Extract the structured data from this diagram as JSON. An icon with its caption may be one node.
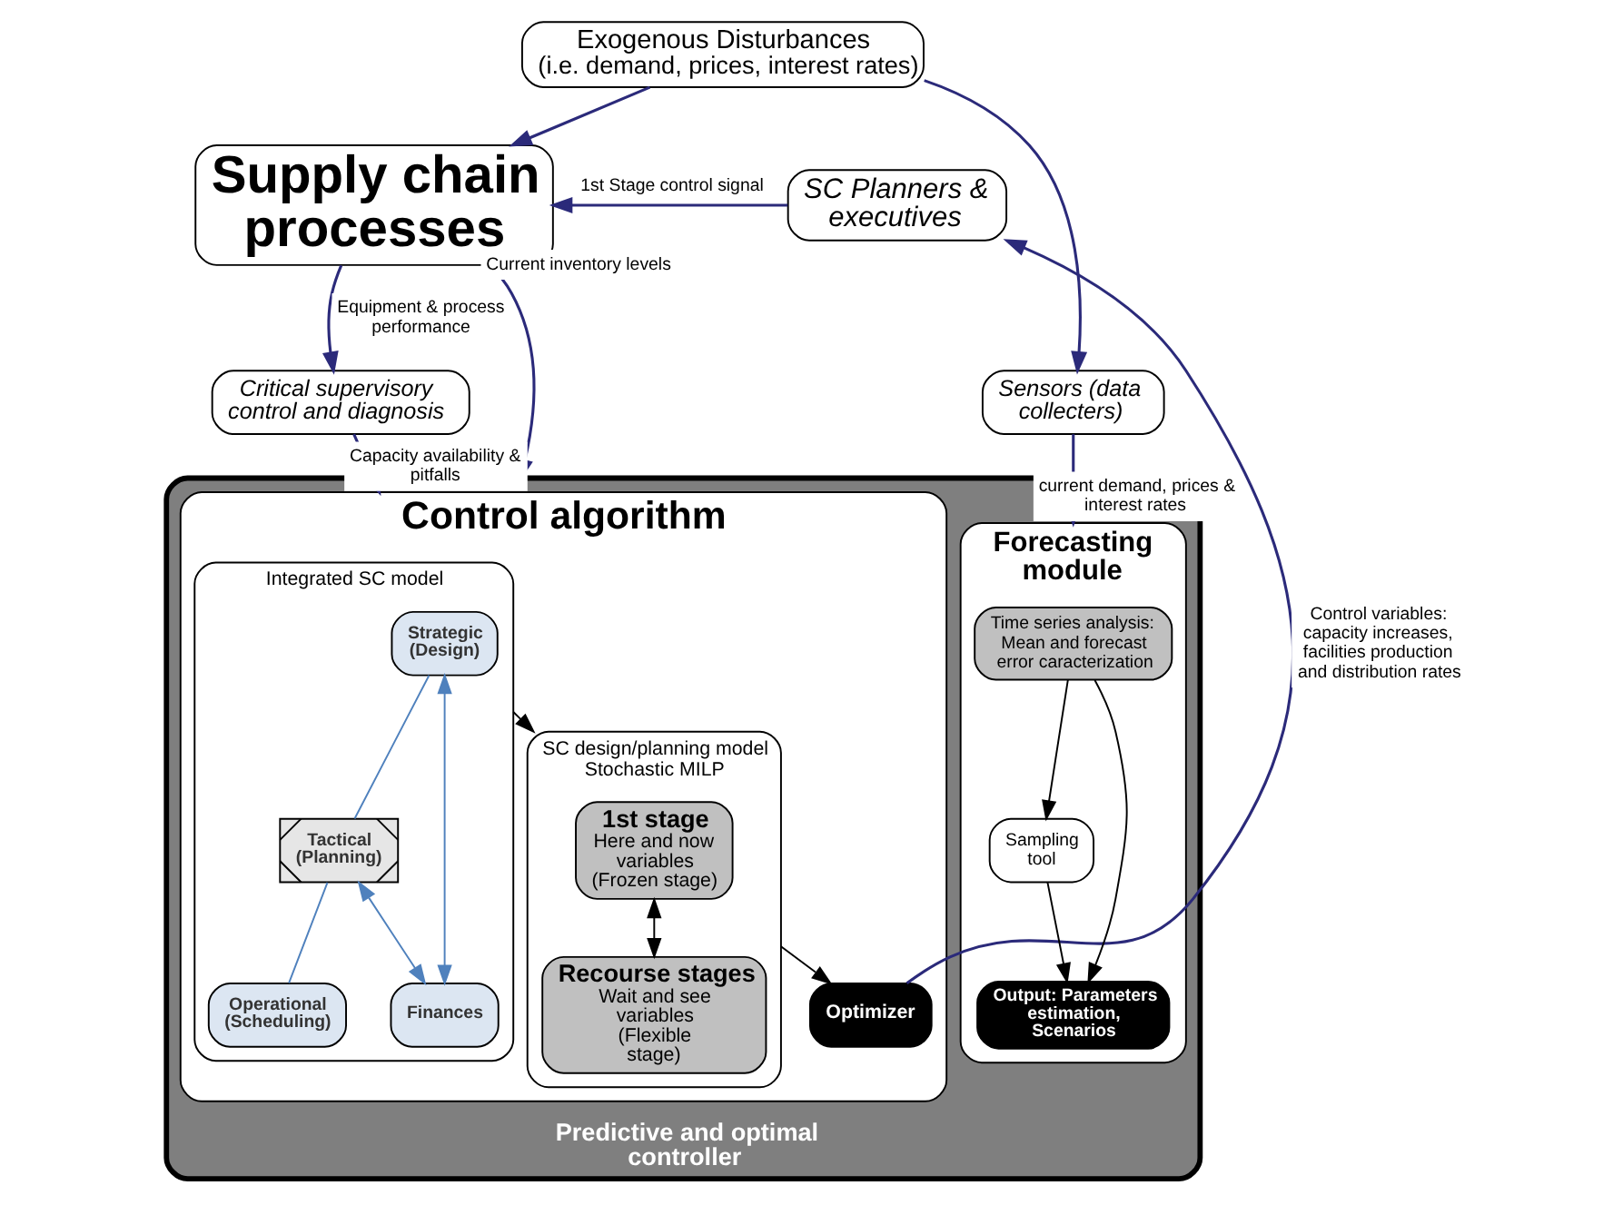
{
  "diagram": {
    "nodes": [
      {
        "text": [
          "Exogenous Disturbances",
          "(i.e. demand, prices, interest rates)"
        ]
      },
      {
        "text": [
          "SC Planners & executives"
        ]
      },
      {
        "text": [
          "Supply chain processes"
        ]
      },
      {
        "text": [
          "Sensors (data collecters)"
        ]
      },
      {
        "text": [
          "Critical supervisory control and diagnosis"
        ]
      },
      {
        "text": [
          "Predictive and optimal controller"
        ]
      },
      {
        "text": [
          "Control algorithm"
        ],
        "in": 5
      },
      {
        "text": [
          "Integrated SC model"
        ],
        "in": 6
      },
      {
        "text": [
          "Strategic (Design)"
        ],
        "in": 7
      },
      {
        "text": [
          "Tactical (Planning)"
        ],
        "in": 7
      },
      {
        "text": [
          "Operational (Scheduling)"
        ],
        "in": 7
      },
      {
        "text": [
          "Finances"
        ],
        "in": 7
      },
      {
        "text": [
          "SC design/planning model Stochastic MILP"
        ],
        "in": 6
      },
      {
        "text": [
          "1st stage",
          "Here and now variables (Frozen stage)"
        ],
        "in": 12
      },
      {
        "text": [
          "Recourse stages",
          "Wait and see variables (Flexible stage)"
        ],
        "in": 12
      },
      {
        "text": [
          "Optimizer"
        ],
        "in": 6
      },
      {
        "text": [
          "Forecasting module"
        ],
        "in": 5
      },
      {
        "text": [
          "Time series analysis: Mean and forecast error caracterization"
        ],
        "in": 16
      },
      {
        "text": [
          "Sampling tool"
        ],
        "in": 16
      },
      {
        "text": [
          "Output: Parameters estimation, Scenarios"
        ],
        "in": 16
      }
    ],
    "edges": [
      {
        "from": 0,
        "to": 2,
        "arrow": "to"
      },
      {
        "from": 0,
        "to": 3,
        "arrow": "to"
      },
      {
        "from": 1,
        "to": 2,
        "arrow": "to",
        "label": "1st Stage control signal"
      },
      {
        "from": 2,
        "to": 4,
        "arrow": "to",
        "label": "Equipment & process performance"
      },
      {
        "from": 2,
        "to": 5,
        "arrow": "to",
        "label": "Current inventory levels"
      },
      {
        "from": 4,
        "to": 6,
        "arrow": "to",
        "label": "Capacity availability & pitfalls"
      },
      {
        "from": 3,
        "to": 16,
        "arrow": "to",
        "label": "current demand, prices & interest rates"
      },
      {
        "from": 15,
        "to": 1,
        "arrow": "to",
        "label": "Control variables: capacity increases, facilities production and distribution rates"
      },
      {
        "from": 8,
        "to": 9,
        "arrow": "none",
        "color": "#4f81bd"
      },
      {
        "from": 9,
        "to": 10,
        "arrow": "none",
        "color": "#4f81bd"
      },
      {
        "from": 8,
        "to": 11,
        "arrow": "both",
        "color": "#4f81bd"
      },
      {
        "from": 9,
        "to": 11,
        "arrow": "both",
        "color": "#4f81bd"
      },
      {
        "from": 7,
        "to": 12,
        "arrow": "to",
        "color": "#000000"
      },
      {
        "from": 13,
        "to": 14,
        "arrow": "both",
        "color": "#000000"
      },
      {
        "from": 12,
        "to": 15,
        "arrow": "to",
        "color": "#000000"
      },
      {
        "from": 17,
        "to": 18,
        "arrow": "to",
        "color": "#000000"
      },
      {
        "from": 17,
        "to": 19,
        "arrow": "to",
        "color": "#000000"
      },
      {
        "from": 18,
        "to": 19,
        "arrow": "to",
        "color": "#000000"
      }
    ]
  }
}
